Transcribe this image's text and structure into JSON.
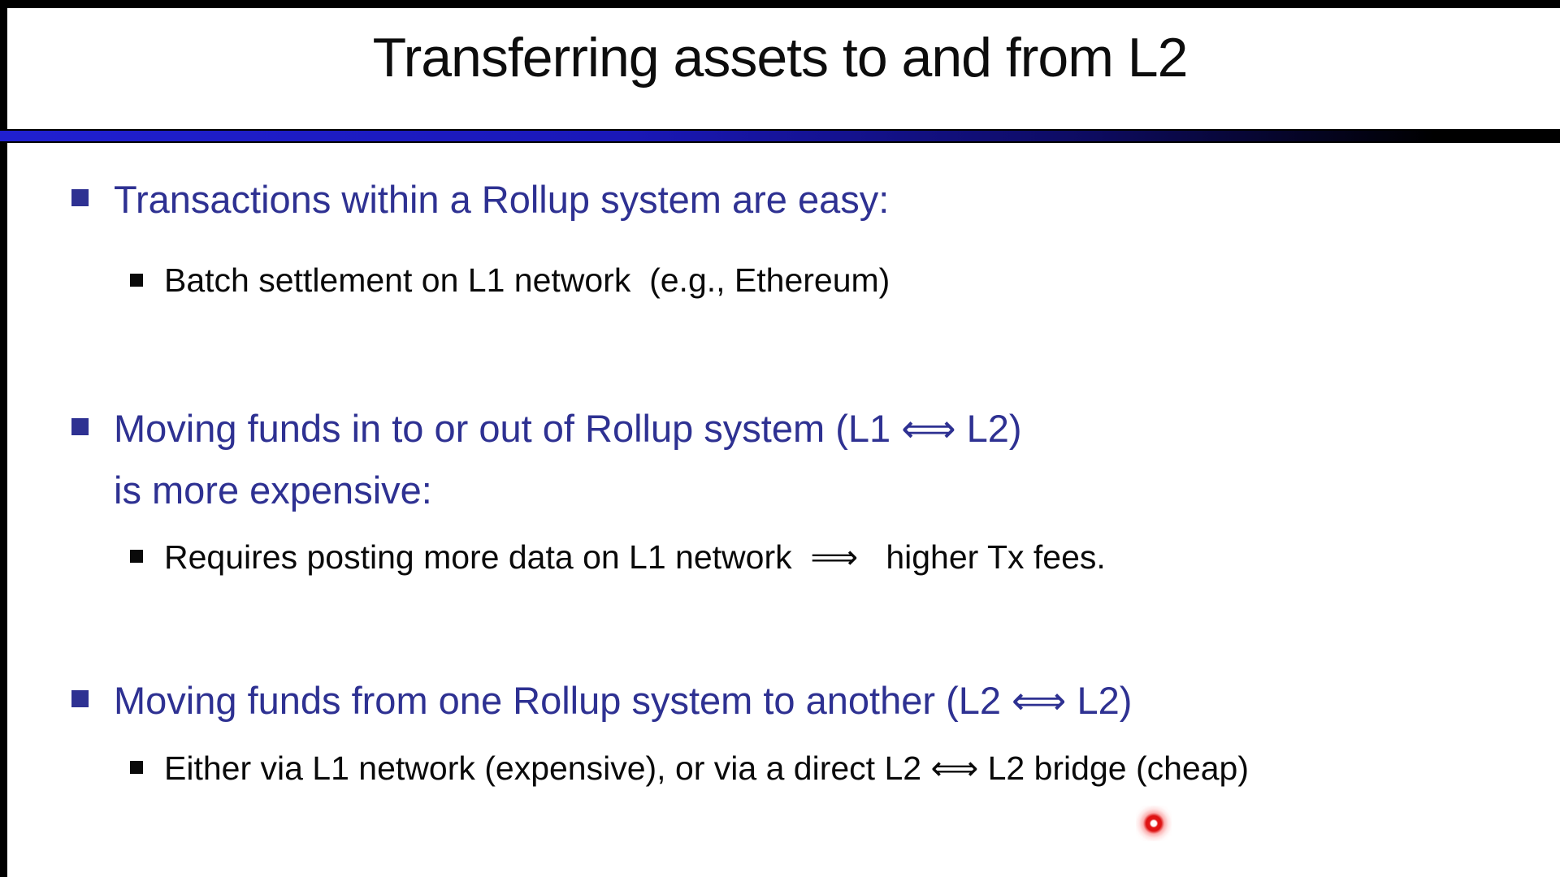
{
  "slide": {
    "title": "Transferring assets to and from L2",
    "accent_color": "#2E3192",
    "divider_gradient": [
      "#2020d0",
      "#000000"
    ],
    "sections": [
      {
        "heading": "Transactions within a Rollup system are easy:",
        "sub_bullet": "Batch settlement on L1 network  (e.g., Ethereum)"
      },
      {
        "heading_line1": "Moving funds in to or out of Rollup system (L1 ⟺ L2)",
        "heading_line2": "is more expensive:",
        "sub_bullet": "Requires posting more data on L1 network  ⟹   higher Tx fees."
      },
      {
        "heading": "Moving funds from one Rollup system to another (L2 ⟺ L2)",
        "sub_bullet": "Either via L1 network (expensive), or via a direct L2 ⟺ L2 bridge (cheap)"
      }
    ],
    "pointer": {
      "type": "laser-dot",
      "color": "#e31717"
    }
  }
}
